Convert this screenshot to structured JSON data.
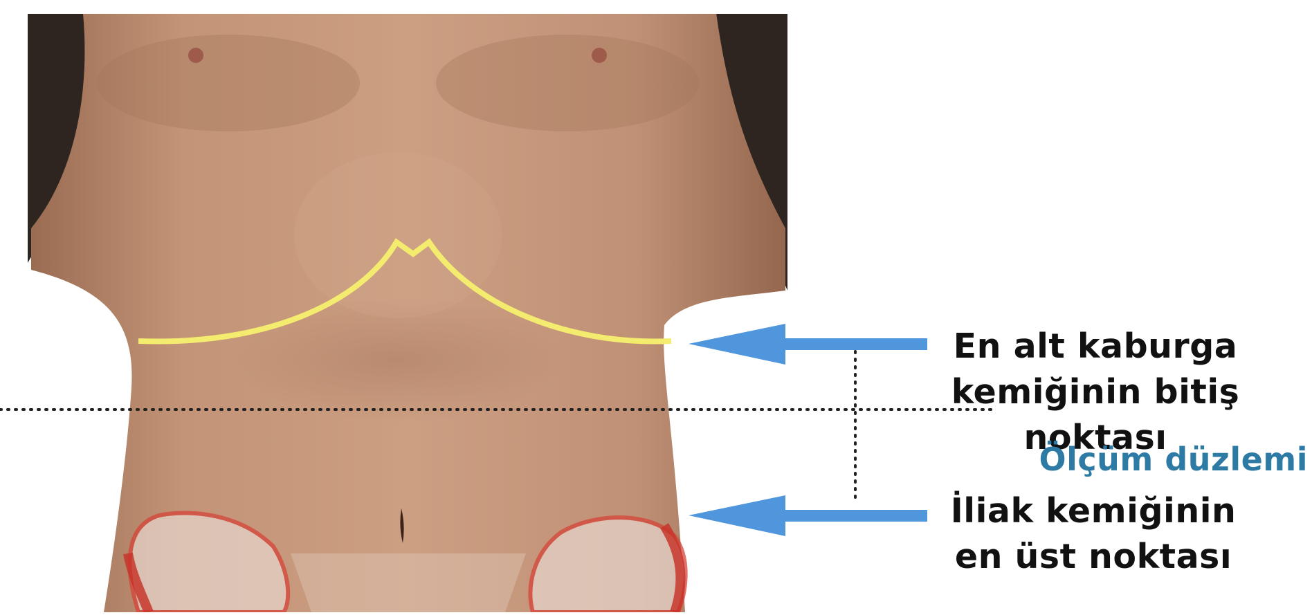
{
  "labels": {
    "rib_end": [
      "En alt kaburga",
      "kemiğinin bitiş noktası"
    ],
    "measurement_plane": "Ölçüm düzlemi",
    "iliac_top": [
      "İliak kemiğinin",
      "en üst noktası"
    ]
  },
  "colors": {
    "rib_line": "#f4ec6e",
    "arrow": "#4f96dc",
    "plane_text": "#2d7aa5",
    "iliac_outline": "#d6453a",
    "skin": "#b98a6d"
  },
  "icons": {
    "rib_arrow": "arrow-left-icon",
    "iliac_arrow": "arrow-left-icon"
  }
}
